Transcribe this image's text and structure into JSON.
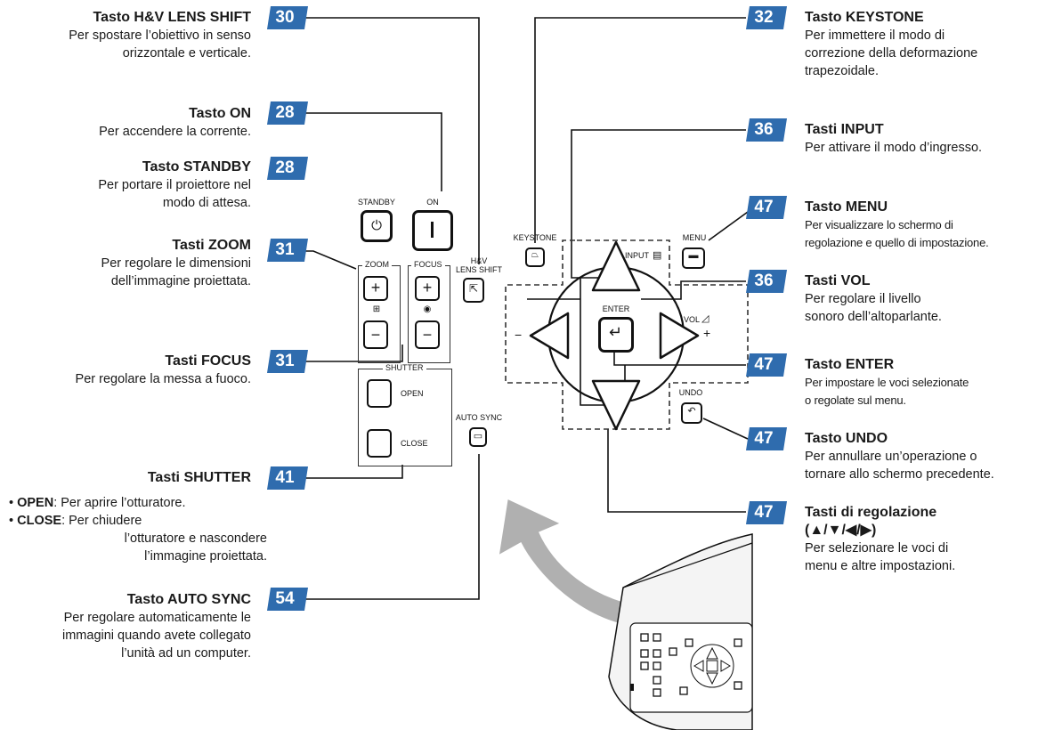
{
  "colors": {
    "badge": "#2f6cae",
    "line": "#111111",
    "arrow": "#a9a9a9"
  },
  "callouts": {
    "lens_shift": {
      "badge": "30",
      "title": "Tasto H&V LENS SHIFT",
      "desc1": "Per spostare l’obiettivo in senso",
      "desc2": "orizzontale e verticale."
    },
    "on": {
      "badge": "28",
      "title": "Tasto ON",
      "desc1": "Per accendere la corrente."
    },
    "standby": {
      "badge": "28",
      "title": "Tasto STANDBY",
      "desc1": "Per portare il proiettore nel",
      "desc2": "modo di attesa."
    },
    "zoom": {
      "badge": "31",
      "title": "Tasti ZOOM",
      "desc1": "Per regolare le dimensioni",
      "desc2": "dell’immagine proiettata."
    },
    "focus": {
      "badge": "31",
      "title": "Tasti FOCUS",
      "desc1": "Per regolare la messa a fuoco."
    },
    "shutter": {
      "badge": "41",
      "title": "Tasti SHUTTER",
      "open_key": "OPEN",
      "open_desc": ": Per aprire l’otturatore.",
      "close_key": "CLOSE",
      "close_desc": ": Per chiudere",
      "close_desc2": "l’otturatore e nascondere",
      "close_desc3": "l’immagine proiettata."
    },
    "auto_sync": {
      "badge": "54",
      "title": "Tasto AUTO SYNC",
      "desc1": "Per regolare automaticamente le",
      "desc2": "immagini quando avete collegato",
      "desc3": "l’unità ad un computer."
    },
    "keystone": {
      "badge": "32",
      "title": "Tasto KEYSTONE",
      "desc1": "Per immettere il modo di",
      "desc2": "correzione della deformazione",
      "desc3": "trapezoidale."
    },
    "input": {
      "badge": "36",
      "title": "Tasti INPUT",
      "desc1": "Per attivare il modo d’ingresso."
    },
    "menu": {
      "badge": "47",
      "title": "Tasto MENU",
      "desc1": "Per visualizzare lo schermo di",
      "desc2": "regolazione e quello di impostazione."
    },
    "vol": {
      "badge": "36",
      "title": "Tasti VOL",
      "desc1": "Per regolare il livello",
      "desc2": "sonoro dell’altoparlante."
    },
    "enter": {
      "badge": "47",
      "title": "Tasto ENTER",
      "desc1": "Per impostare le voci selezionate",
      "desc2": "o regolate sul menu."
    },
    "undo": {
      "badge": "47",
      "title": "Tasto UNDO",
      "desc1": "Per annullare un’operazione o",
      "desc2": "tornare allo schermo precedente."
    },
    "adjust": {
      "badge": "47",
      "title": "Tasti di regolazione",
      "title2": "(▲/▼/◀/▶)",
      "desc1": "Per selezionare le voci di",
      "desc2": "menu e altre impostazioni."
    }
  },
  "panel": {
    "standby": "STANDBY",
    "on": "ON",
    "hv1": "H&V",
    "hv2": "LENS SHIFT",
    "zoom": "ZOOM",
    "focus": "FOCUS",
    "shutter": "SHUTTER",
    "open": "OPEN",
    "close": "CLOSE",
    "auto_sync": "AUTO SYNC",
    "keystone": "KEYSTONE",
    "input": "INPUT",
    "menu": "MENU",
    "enter": "ENTER",
    "vol": "VOL",
    "undo": "UNDO",
    "minus": "−",
    "plus": "+"
  }
}
